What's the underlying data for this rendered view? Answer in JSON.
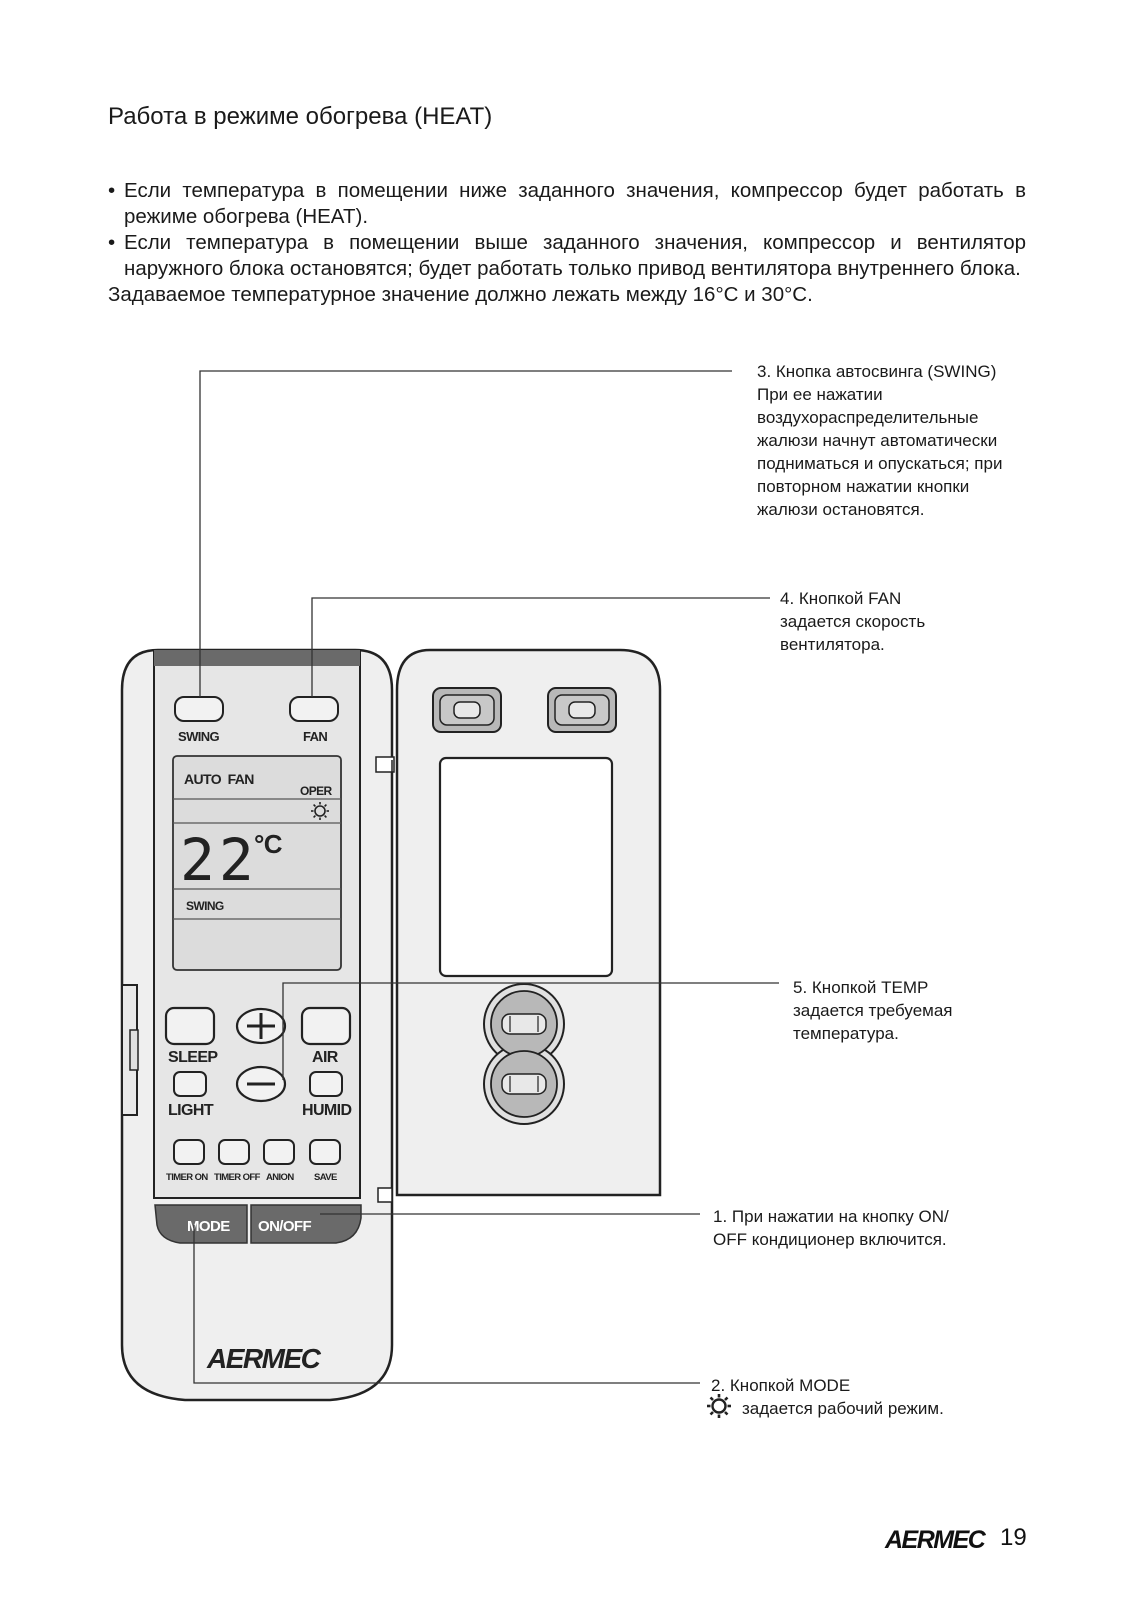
{
  "page": {
    "title": "Работа в режиме обогрева (HEAT)",
    "bullets": [
      "Если температура в помещении ниже заданного значения, компрессор будет работать в режиме обогрева (HEAT).",
      "Если температура в помещении выше заданного значения, компрессор и вентилятор наружного блока остановятся; будет работать только привод вентилятора внутреннего блока."
    ],
    "temp_range_note": "Задаваемое температурное значение должно лежать между 16°C и 30°C.",
    "page_number": "19",
    "footer_logo": "AERMEC"
  },
  "callouts": {
    "swing": [
      "3. Кнопка автосвинга (SWING)",
      "При ее нажатии",
      "воздухораспределительные",
      "жалюзи начнут автоматически",
      "подниматься и опускаться; при",
      "повторном нажатии кнопки",
      "жалюзи остановятся."
    ],
    "fan": [
      "4. Кнопкой FAN",
      "задается скорость",
      "вентилятора."
    ],
    "temp": [
      "5. Кнопкой TEMP",
      "задается требуемая",
      "температура."
    ],
    "onoff": [
      "1. При нажатии на кнопку ON/",
      "OFF кондиционер включится."
    ],
    "mode": [
      "2. Кнопкой MODE",
      "задается рабочий режим."
    ]
  },
  "remote": {
    "brand": "AERMEC",
    "buttons": {
      "swing": "SWING",
      "fan": "FAN",
      "sleep": "SLEEP",
      "air": "AIR",
      "light": "LIGHT",
      "humid": "HUMID",
      "timer_on": "TIMER ON",
      "timer_off": "TIMER OFF",
      "anion": "ANION",
      "save": "SAVE",
      "mode": "MODE",
      "onoff": "ON/OFF"
    },
    "display": {
      "auto_fan": "AUTO  FAN",
      "oper": "OPER",
      "temperature": "22",
      "unit": "°C",
      "swing": "SWING"
    },
    "icons": {
      "sun": "sun-icon",
      "plus": "plus-icon",
      "minus": "minus-icon"
    },
    "colors": {
      "body": "#efefef",
      "screen": "#dcdcdc",
      "button_dark": "#6a6a6a",
      "lid_button": "#b8b8b8"
    }
  }
}
